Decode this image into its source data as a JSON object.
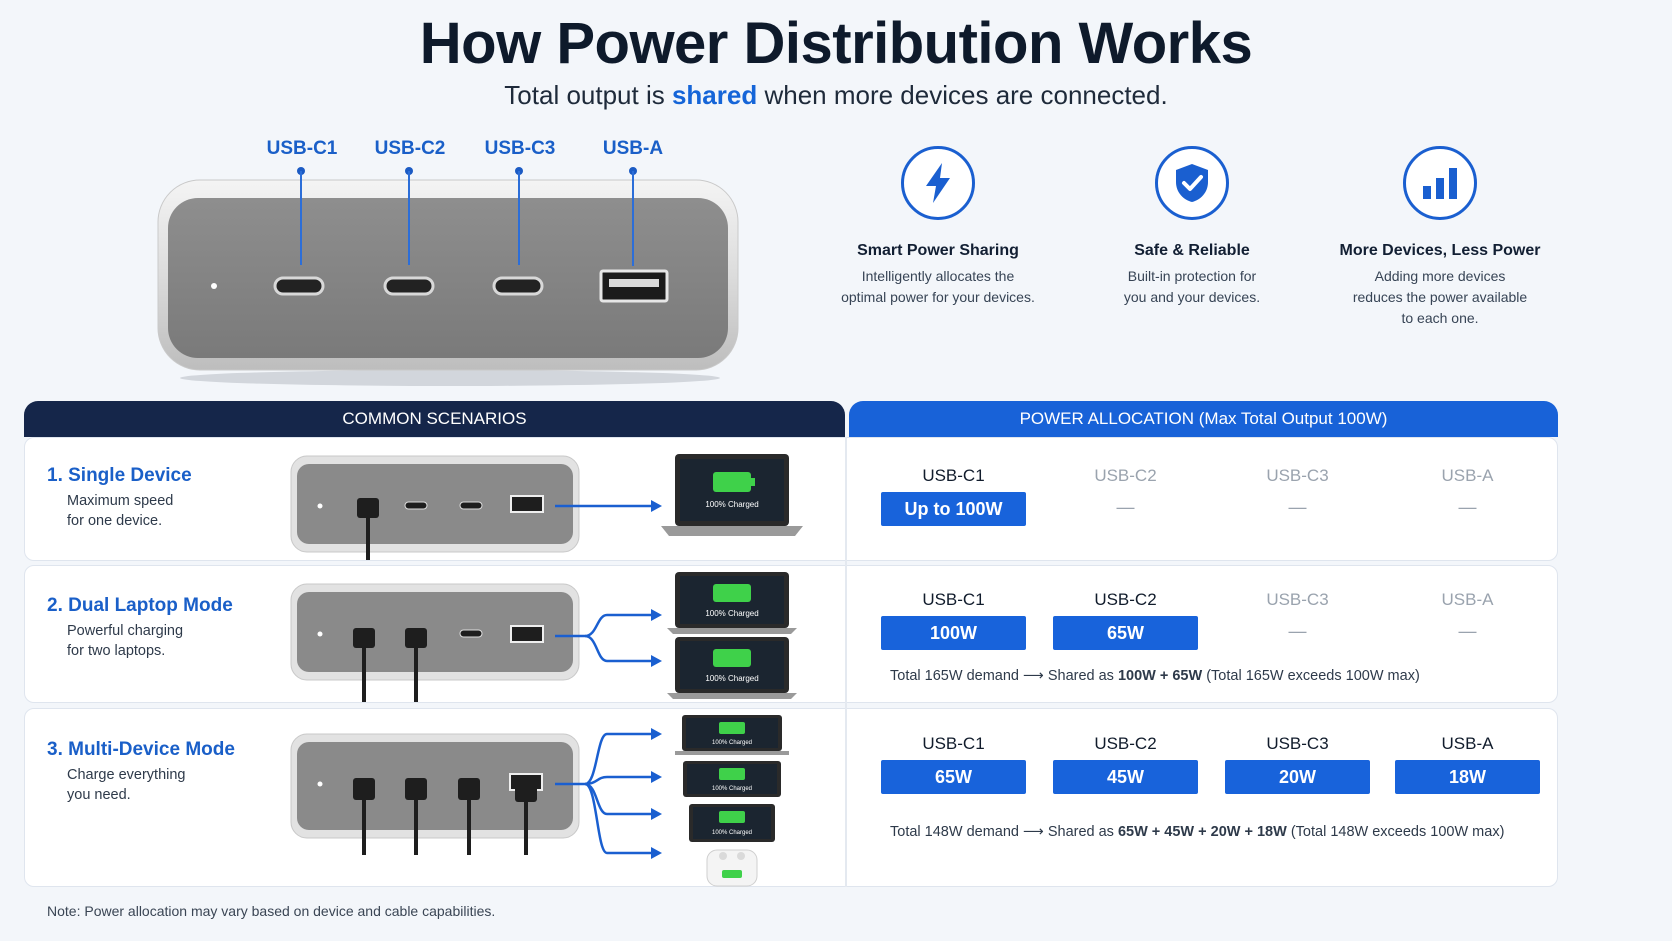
{
  "title": "How Power Distribution Works",
  "subtitle": {
    "before": "Total output is",
    "highlight": "shared",
    "after": "when more devices are connected."
  },
  "hero_ports": [
    "USB-C1",
    "USB-C2",
    "USB-C3",
    "USB-A"
  ],
  "features": [
    {
      "icon": "lightning-icon",
      "title": "Smart Power Sharing",
      "desc_1": "Intelligently allocates the",
      "desc_2": "optimal power for your devices.",
      "desc_3": ""
    },
    {
      "icon": "shield-check-icon",
      "title": "Safe & Reliable",
      "desc_1": "Built-in protection for",
      "desc_2": "you and your devices.",
      "desc_3": ""
    },
    {
      "icon": "bar-chart-icon",
      "title": "More Devices, Less Power",
      "desc_1": "Adding more devices",
      "desc_2": "reduces the power available",
      "desc_3": "to each one."
    }
  ],
  "left_header": "COMMON SCENARIOS",
  "right_header": "POWER ALLOCATION (Max Total Output 100W)",
  "screen_label": "100% Charged",
  "dash": "—",
  "scenarios": [
    {
      "title": "1. Single Device",
      "desc_1": "Maximum speed",
      "desc_2": "for one device.",
      "ports": [
        "USB-C1",
        "USB-C2",
        "USB-C3",
        "USB-A"
      ],
      "values": [
        "Up to 100W",
        "",
        "",
        ""
      ],
      "note": {
        "demand": "",
        "shared_prefix": "",
        "shared_values": "",
        "suffix": ""
      }
    },
    {
      "title": "2. Dual Laptop Mode",
      "desc_1": "Powerful charging",
      "desc_2": "for two laptops.",
      "ports": [
        "USB-C1",
        "USB-C2",
        "USB-C3",
        "USB-A"
      ],
      "values": [
        "100W",
        "65W",
        "",
        ""
      ],
      "note": {
        "demand": "Total 165W demand",
        "shared_prefix": "Shared as",
        "shared_values": "100W + 65W",
        "suffix": "(Total 165W exceeds 100W max)"
      }
    },
    {
      "title": "3. Multi-Device Mode",
      "desc_1": "Charge everything",
      "desc_2": "you need.",
      "ports": [
        "USB-C1",
        "USB-C2",
        "USB-C3",
        "USB-A"
      ],
      "values": [
        "65W",
        "45W",
        "20W",
        "18W"
      ],
      "note": {
        "demand": "Total 148W demand",
        "shared_prefix": "Shared as",
        "shared_values": "65W + 45W + 20W + 18W",
        "suffix": "(Total 148W exceeds 100W max)"
      }
    }
  ],
  "footnote": "Note: Power allocation may vary based on device and cable capabilities.",
  "colors": {
    "accent": "#1863db",
    "navy": "#15264a",
    "battery": "#3fd14a"
  }
}
